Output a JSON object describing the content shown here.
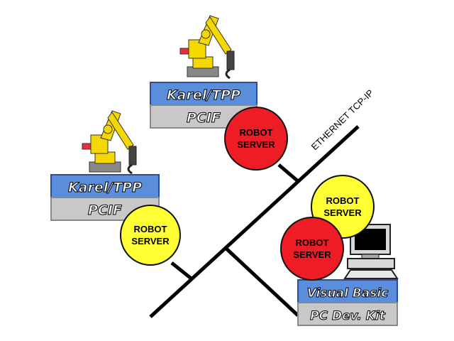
{
  "network": {
    "label": "ETHERNET TCP-IP"
  },
  "nodes": [
    {
      "top": "Karel/TPP",
      "bottom": "PCIF"
    },
    {
      "top": "Karel/TPP",
      "bottom": "PCIF"
    },
    {
      "top": "Visual Basic",
      "bottom": "PC Dev. Kit"
    }
  ],
  "servers": [
    {
      "line1": "ROBOT",
      "line2": "SERVER"
    },
    {
      "line1": "ROBOT",
      "line2": "SERVER"
    },
    {
      "line1": "ROBOT",
      "line2": "SERVER"
    },
    {
      "line1": "ROBOT",
      "line2": "SERVER"
    }
  ],
  "colors": {
    "block_top": "#5b8ddd",
    "block_bottom": "#c8c8c8",
    "server_red": "#ee1c24",
    "server_yellow": "#ffff33",
    "robot_yellow": "#f5d800",
    "line": "#000000"
  }
}
